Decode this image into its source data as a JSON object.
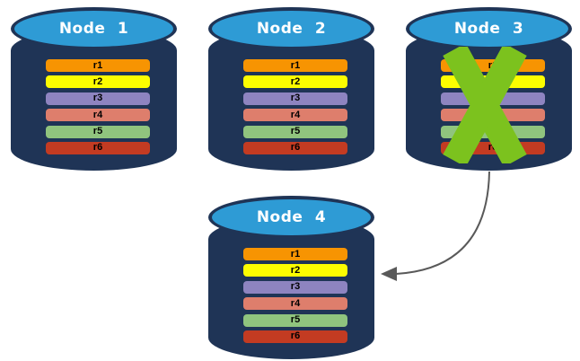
{
  "colors": {
    "background": "#FFFFFF",
    "cylinder_body": "#1F3456",
    "cylinder_top_face": "#2E9BD5",
    "node_title_text": "#FFFFFF",
    "replica_label_text": "#000000",
    "failure_cross": "#7CC21E",
    "arrow": "#595959"
  },
  "nodes": [
    {
      "title": "Node 1",
      "crossed": false,
      "replicas": [
        {
          "label": "r1",
          "color": "#F79402"
        },
        {
          "label": "r2",
          "color": "#FDFD00"
        },
        {
          "label": "r3",
          "color": "#8E84C0"
        },
        {
          "label": "r4",
          "color": "#DE7E6C"
        },
        {
          "label": "r5",
          "color": "#90C47E"
        },
        {
          "label": "r6",
          "color": "#C33B22"
        }
      ]
    },
    {
      "title": "Node 2",
      "crossed": false,
      "replicas": [
        {
          "label": "r1",
          "color": "#F79402"
        },
        {
          "label": "r2",
          "color": "#FDFD00"
        },
        {
          "label": "r3",
          "color": "#8E84C0"
        },
        {
          "label": "r4",
          "color": "#DE7E6C"
        },
        {
          "label": "r5",
          "color": "#90C47E"
        },
        {
          "label": "r6",
          "color": "#C33B22"
        }
      ]
    },
    {
      "title": "Node 3",
      "crossed": true,
      "replicas": [
        {
          "label": "r1",
          "color": "#F79402"
        },
        {
          "label": "r2",
          "color": "#FDFD00"
        },
        {
          "label": "r3",
          "color": "#8E84C0"
        },
        {
          "label": "r4",
          "color": "#DE7E6C"
        },
        {
          "label": "r5",
          "color": "#90C47E"
        },
        {
          "label": "r6",
          "color": "#C33B22"
        }
      ]
    },
    {
      "title": "Node 4",
      "crossed": false,
      "replicas": [
        {
          "label": "r1",
          "color": "#F79402"
        },
        {
          "label": "r2",
          "color": "#FDFD00"
        },
        {
          "label": "r3",
          "color": "#8E84C0"
        },
        {
          "label": "r4",
          "color": "#DE7E6C"
        },
        {
          "label": "r5",
          "color": "#90C47E"
        },
        {
          "label": "r6",
          "color": "#C33B22"
        }
      ]
    }
  ],
  "failover_arrow": {
    "from": "Node 3",
    "to": "Node 4"
  }
}
